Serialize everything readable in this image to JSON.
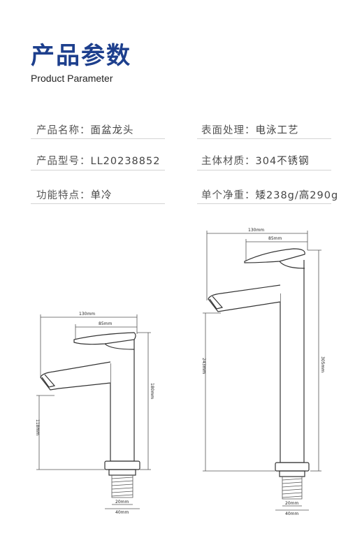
{
  "header": {
    "title": "产品参数",
    "subtitle": "Product Parameter"
  },
  "specs": [
    {
      "label": "产品名称：",
      "value": "面盆龙头"
    },
    {
      "label": "表面处理：",
      "value": "电泳工艺"
    },
    {
      "label": "产品型号：",
      "value": "LL20238852"
    },
    {
      "label": "主体材质：",
      "value": "304不锈钢"
    },
    {
      "label": "功能特点：",
      "value": "单冷"
    },
    {
      "label": "单个净重：",
      "value": "矮238g/高290g"
    }
  ],
  "diagram_short": {
    "width_total": "130mm",
    "width_handle": "85mm",
    "height_total": "180mm",
    "height_spout": "118mm",
    "base_inner": "20mm",
    "base_outer": "40mm"
  },
  "diagram_tall": {
    "width_total": "130mm",
    "width_handle": "85mm",
    "height_total": "305mm",
    "height_spout": "243mm",
    "base_inner": "20mm",
    "base_outer": "40mm"
  },
  "colors": {
    "title": "#1d3f8d",
    "rule": "#d4d4d4"
  }
}
